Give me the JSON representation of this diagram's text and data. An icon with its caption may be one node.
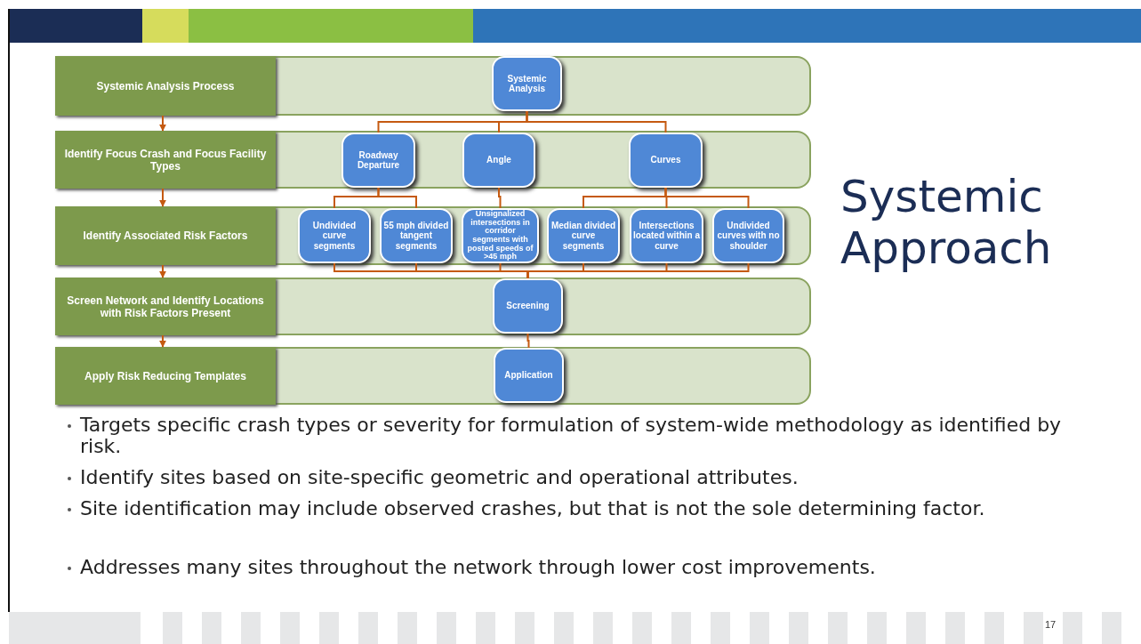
{
  "diagram": {
    "title": "Systemic Approach",
    "nodes": [
      {
        "text": [],
        "shape": "band"
      },
      {
        "text": [
          "Systemic Analysis Process"
        ],
        "in": 0
      },
      {
        "text": [
          "Systemic Analysis"
        ],
        "in": 0
      },
      {
        "text": [],
        "shape": "band"
      },
      {
        "text": [
          "Identify Focus Crash and Focus Facility Types"
        ],
        "in": 3
      },
      {
        "text": [
          "Roadway Departure"
        ],
        "in": 3
      },
      {
        "text": [
          "Angle"
        ],
        "in": 3
      },
      {
        "text": [
          "Curves"
        ],
        "in": 3
      },
      {
        "text": [],
        "shape": "band"
      },
      {
        "text": [
          "Identify Associated Risk Factors"
        ],
        "in": 8
      },
      {
        "text": [
          "Undivided curve segments"
        ],
        "in": 8
      },
      {
        "text": [
          "55 mph divided tangent segments"
        ],
        "in": 8
      },
      {
        "text": [
          "Unsignalized intersections in corridor segments with posted speeds of >45 mph"
        ],
        "in": 8
      },
      {
        "text": [
          "Median divided curve segments"
        ],
        "in": 8
      },
      {
        "text": [
          "Intersections located within a curve"
        ],
        "in": 8
      },
      {
        "text": [
          "Undivided curves with no shoulder"
        ],
        "in": 8
      },
      {
        "text": [],
        "shape": "band"
      },
      {
        "text": [
          "Screen Network and Identify Locations with Risk Factors Present"
        ],
        "in": 16
      },
      {
        "text": [
          "Screening"
        ],
        "in": 16
      },
      {
        "text": [],
        "shape": "band"
      },
      {
        "text": [
          "Apply Risk Reducing Templates"
        ],
        "in": 19
      },
      {
        "text": [
          "Application"
        ],
        "in": 19
      }
    ],
    "edges": [
      {
        "from": 1,
        "to": 4,
        "arrow": "to"
      },
      {
        "from": 4,
        "to": 9,
        "arrow": "to"
      },
      {
        "from": 9,
        "to": 17,
        "arrow": "to"
      },
      {
        "from": 17,
        "to": 20,
        "arrow": "to"
      },
      {
        "from": 2,
        "to": 5,
        "arrow": "none"
      },
      {
        "from": 2,
        "to": 6,
        "arrow": "none"
      },
      {
        "from": 2,
        "to": 7,
        "arrow": "none"
      },
      {
        "from": 5,
        "to": 10,
        "arrow": "none"
      },
      {
        "from": 5,
        "to": 11,
        "arrow": "none"
      },
      {
        "from": 6,
        "to": 12,
        "arrow": "none"
      },
      {
        "from": 7,
        "to": 13,
        "arrow": "none"
      },
      {
        "from": 7,
        "to": 14,
        "arrow": "none"
      },
      {
        "from": 7,
        "to": 15,
        "arrow": "none"
      },
      {
        "from": 10,
        "to": 18,
        "arrow": "none"
      },
      {
        "from": 11,
        "to": 18,
        "arrow": "none"
      },
      {
        "from": 12,
        "to": 18,
        "arrow": "none"
      },
      {
        "from": 13,
        "to": 18,
        "arrow": "none"
      },
      {
        "from": 14,
        "to": 18,
        "arrow": "none"
      },
      {
        "from": 15,
        "to": 18,
        "arrow": "none"
      },
      {
        "from": 18,
        "to": 21,
        "arrow": "none"
      }
    ],
    "labels": [
      "Targets specific crash types or severity for formulation of system-wide methodology as identified by risk.",
      "Identify sites based on site-specific geometric and operational attributes.",
      "Site identification may include observed crashes, but that is not the sole determining factor.",
      "Addresses many sites throughout the network through lower cost improvements.",
      "17"
    ]
  }
}
